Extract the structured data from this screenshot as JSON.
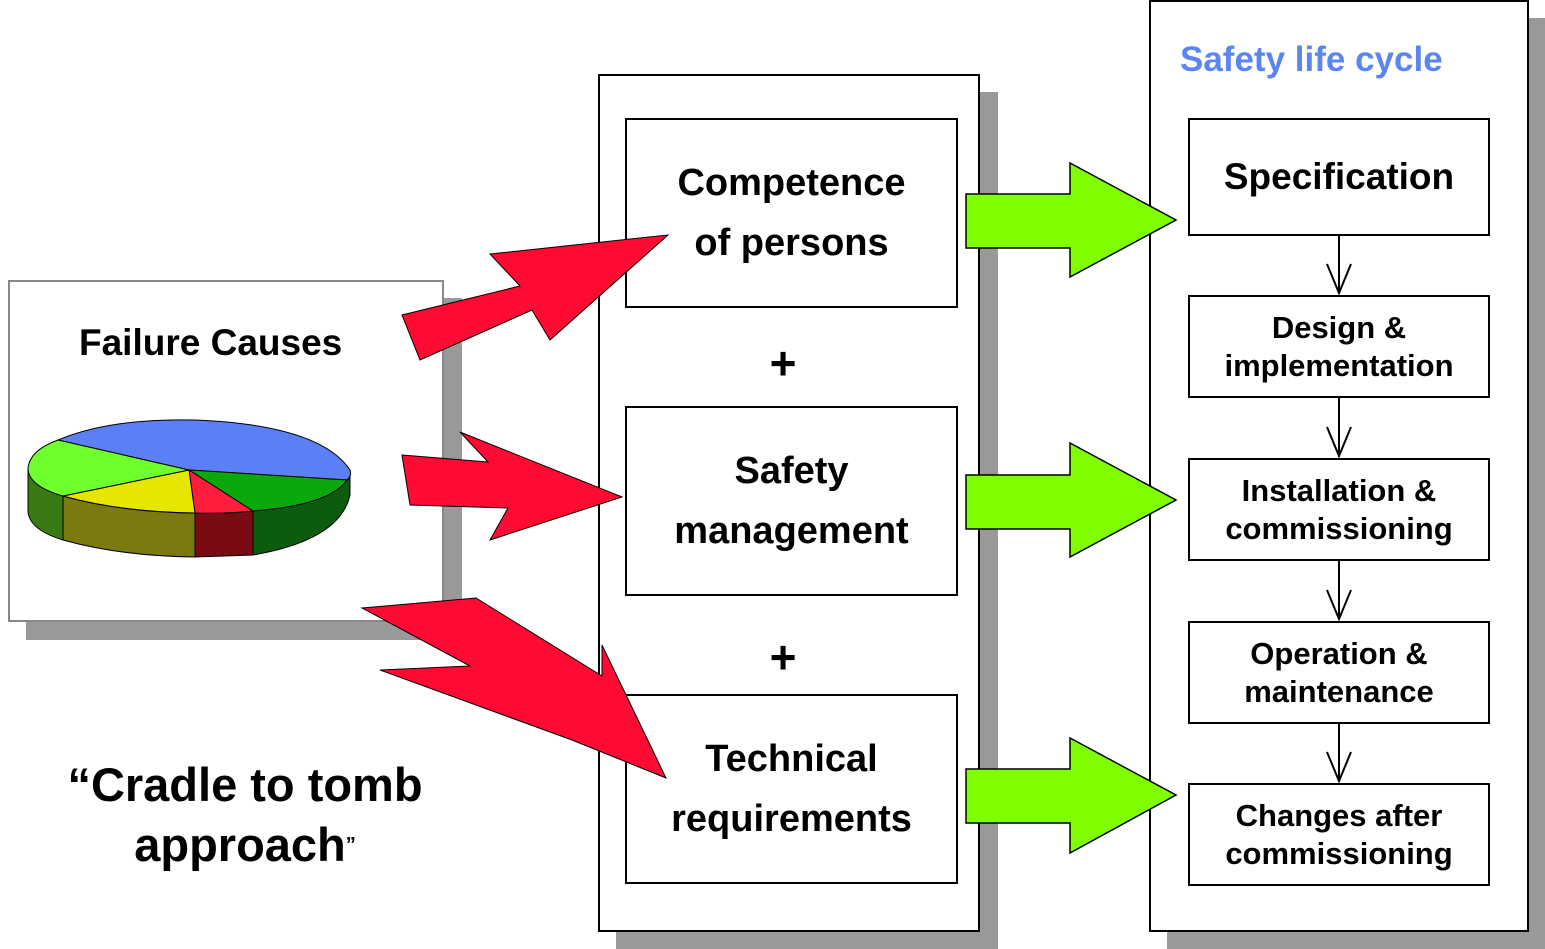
{
  "failure_causes": {
    "title": "Failure Causes",
    "pie_icon": "3d-pie-chart-icon",
    "pie_colors": [
      "#5b7ff5",
      "#0aa80a",
      "#ff1f3d",
      "#e6e600",
      "#70ff2e"
    ]
  },
  "quote": {
    "open_mark": "“",
    "line1": "Cradle to tomb",
    "line2": "approach",
    "close_mark": "”"
  },
  "pillars": [
    {
      "line1": "Competence",
      "line2": "of persons"
    },
    {
      "line1": "Safety",
      "line2": "management"
    },
    {
      "line1": "Technical",
      "line2": "requirements"
    }
  ],
  "plus_sign": "+",
  "lifecycle": {
    "title": "Safety life cycle",
    "title_color": "#5b86f2",
    "steps": [
      {
        "line1": "Specification",
        "line2": ""
      },
      {
        "line1": "Design &",
        "line2": "implementation"
      },
      {
        "line1": "Installation &",
        "line2": "commissioning"
      },
      {
        "line1": "Operation &",
        "line2": "maintenance"
      },
      {
        "line1": "Changes after",
        "line2": "commissioning"
      }
    ]
  },
  "colors": {
    "red_arrow": "#ff0a33",
    "green_arrow": "#80ff00"
  }
}
